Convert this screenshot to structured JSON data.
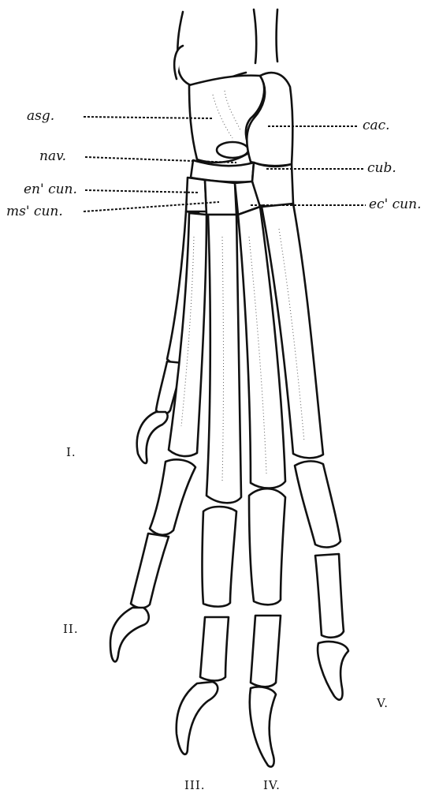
{
  "labels": {
    "left": {
      "astragalus": "asg.",
      "navicular": "nav.",
      "entocuneiform": "en' cun.",
      "mesocuneiform": "ms' cun."
    },
    "right": {
      "calcaneum": "cac.",
      "cuboid": "cub.",
      "ectocuneiform": "ec' cun."
    }
  },
  "digits": {
    "d1": "I.",
    "d2": "II.",
    "d3": "III.",
    "d4": "IV.",
    "d5": "V."
  }
}
